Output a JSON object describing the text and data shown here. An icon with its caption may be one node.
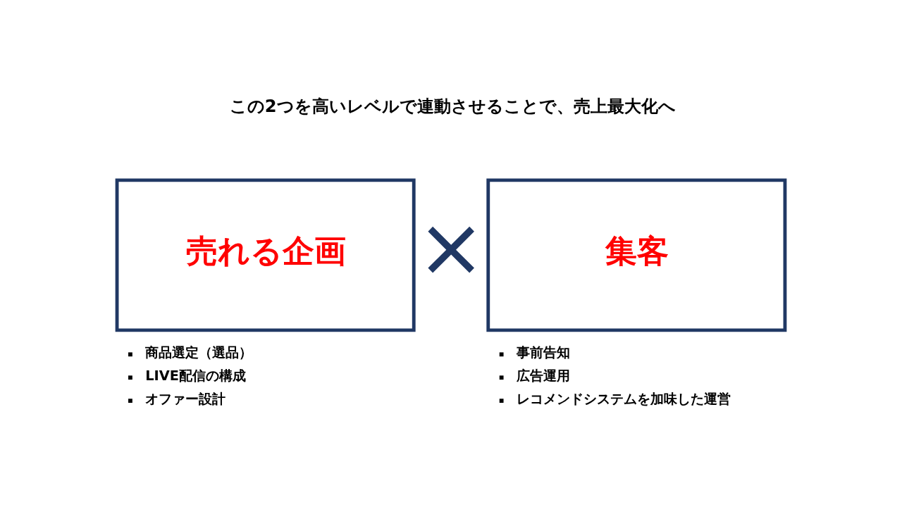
{
  "diagram": {
    "title": "この2つを高いレベルで連動させることで、売上最大化へ",
    "nodes": [
      {
        "text": [
          "売れる企画"
        ],
        "beside": [
          "商品選定（選品）",
          "LIVE配信の構成",
          "オファー設計"
        ]
      },
      {
        "text": [
          "×"
        ]
      },
      {
        "text": [
          "集客"
        ],
        "beside": [
          "事前告知",
          "広告運用",
          "レコメンドシステムを加味した運営"
        ]
      }
    ]
  }
}
